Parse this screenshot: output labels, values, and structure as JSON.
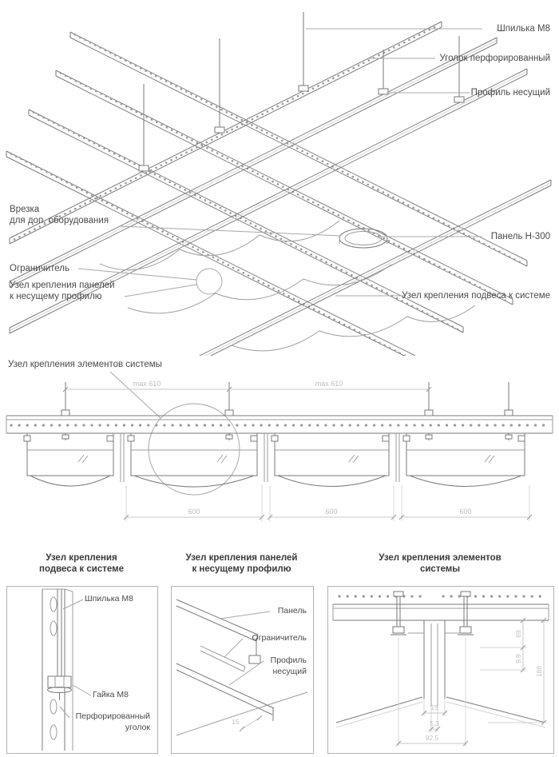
{
  "colors": {
    "line": "#7a7a7a",
    "label": "#4a4a4a",
    "dim_text": "#bdbdbd"
  },
  "iso": {
    "labels": {
      "shpilka": "Шпилька М8",
      "ugolok": "Уголок перфорированный",
      "profil": "Профиль несущий",
      "panel": "Панель Н-300",
      "uzel_podvesa": "Узел крепления подвеса к системе",
      "vrezka": "Врезка\nдля доп. оборудования",
      "ogranichitel": "Ограничитель",
      "uzel_paneley": "Узел крепления панелей\nк несущему профилю"
    }
  },
  "section": {
    "title": "Узел крепления элементов системы",
    "dim_max_1": "max 610",
    "dim_max_2": "max 610",
    "dim_600_1": "600",
    "dim_600_2": "600",
    "dim_600_3": "600"
  },
  "details": {
    "d1": {
      "title": "Узел крепления\nподвеса к системе",
      "labels": {
        "shpilka": "Шпилька М8",
        "gayka": "Гайка М8",
        "ugolok": "Перфорированный\nуголок"
      }
    },
    "d2": {
      "title": "Узел крепления панелей\nк несущему профилю",
      "labels": {
        "panel": "Панель",
        "ogranichitel": "Ограничитель",
        "profil": "Профиль\nнесущий"
      },
      "dims": {
        "d15": "15"
      }
    },
    "d3": {
      "title": "Узел крепления элементов\nсистемы",
      "dims": {
        "d69": "69",
        "d99": "9,9",
        "d188": "188",
        "d15": "15",
        "d53": "5,3",
        "d925": "92,5"
      }
    }
  }
}
